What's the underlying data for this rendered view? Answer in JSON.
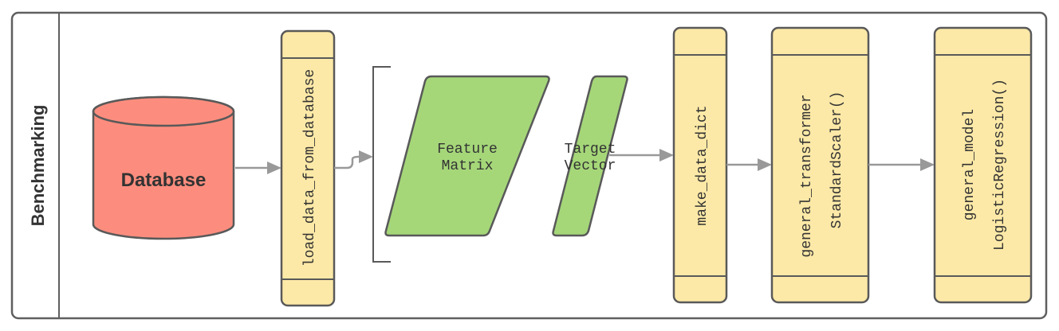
{
  "lane": {
    "label": "Benchmarking"
  },
  "database": {
    "label": "Database"
  },
  "steps": {
    "load": "load_data_from_database",
    "make_dict": "make_data_dict",
    "transformer": [
      "general_transformer",
      "StandardScaler()"
    ],
    "model": [
      "general_model",
      "LogisticRegression()"
    ]
  },
  "data_shapes": {
    "feature_matrix": [
      "Feature",
      "Matrix"
    ],
    "target_vector": [
      "Target",
      "Vector"
    ]
  },
  "colors": {
    "database": "#fc8d7e",
    "step_box": "#fde9a7",
    "data_shape": "#a5d779",
    "arrow": "#999999"
  }
}
